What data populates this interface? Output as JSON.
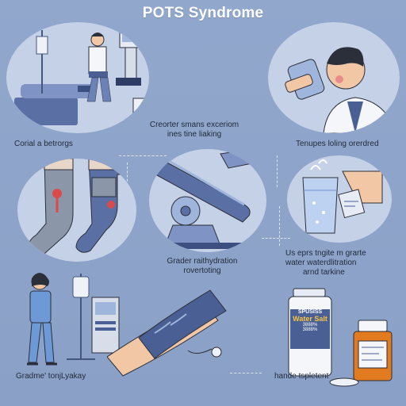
{
  "title": "POTS Syndrome",
  "captions": {
    "exam": "Corial a betrorgs",
    "center_top_line1": "Creorter smans exceriom",
    "center_top_line2": "ines tine liaking",
    "drinking": "Tenupes loling orerdred",
    "center_bottom_line1": "Grader raithydration",
    "center_bottom_line2": "rovertoting",
    "water_line1": "Us eprs tngite m grarte",
    "water_line2": "water waterdlitration",
    "water_line3": "arnd tarkine",
    "nurse": "Gradme' tonjLyakay",
    "pills": "hande tspletent"
  },
  "labels": {
    "salt_brand": "SPUSISS",
    "salt_name": "Water Salt",
    "salt_sub1": "3888%",
    "salt_sub2": "3888%"
  },
  "colors": {
    "background": "#8da3c9",
    "circle": "#c5d1e6",
    "navy": "#4a5f93",
    "orange": "#e27b1f",
    "skin": "#f1c7a6"
  }
}
